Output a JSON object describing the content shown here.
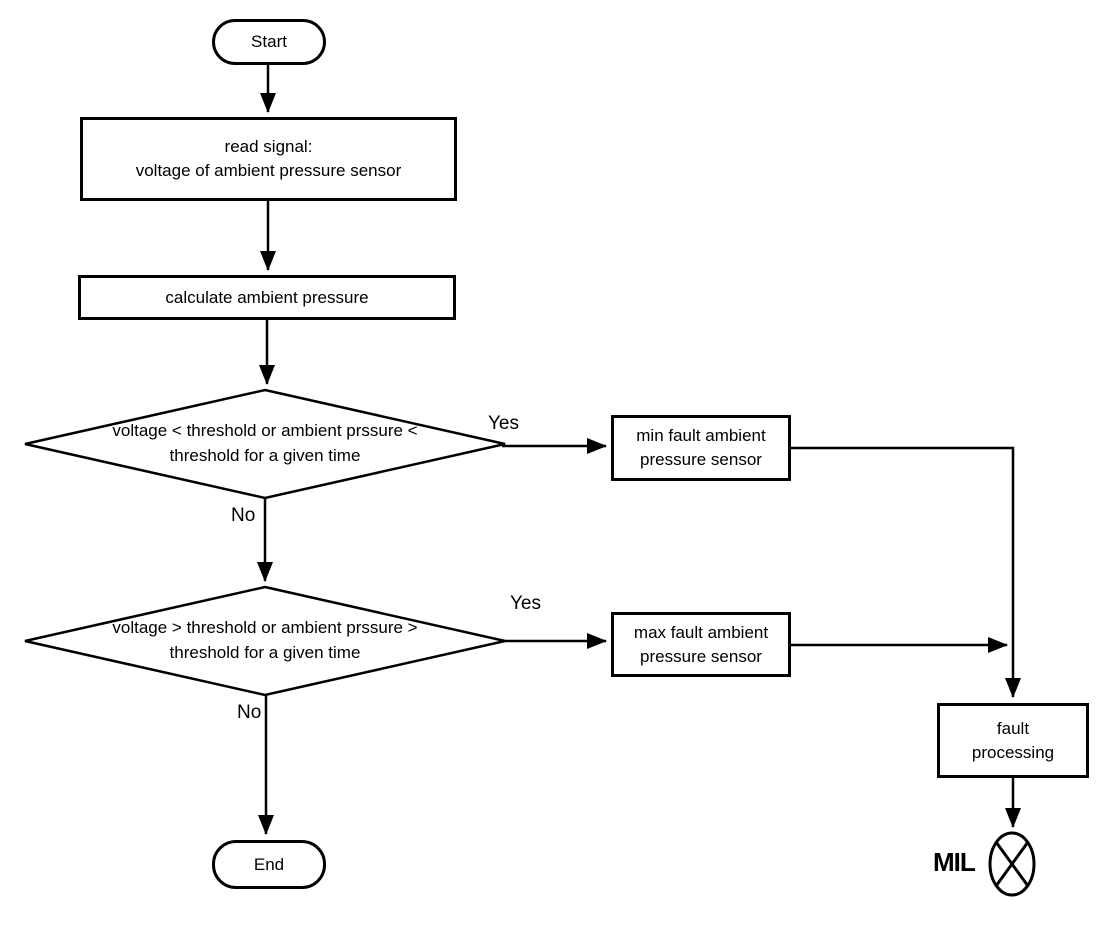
{
  "colors": {
    "background": "#ffffff",
    "line": "#000000",
    "text": "#000000"
  },
  "nodes": {
    "start": {
      "label": "Start"
    },
    "read_signal": {
      "line1": "read signal:",
      "line2": "voltage of ambient pressure sensor"
    },
    "calculate": {
      "label": "calculate ambient pressure"
    },
    "decision_min": {
      "line1": "voltage < threshold or ambient prssure <",
      "line2": "threshold for a given time"
    },
    "min_fault": {
      "line1": "min fault ambient",
      "line2": "pressure sensor"
    },
    "decision_max": {
      "line1": "voltage > threshold or ambient prssure >",
      "line2": "threshold for a given time"
    },
    "max_fault": {
      "line1": "max fault ambient",
      "line2": "pressure sensor"
    },
    "fault_processing": {
      "line1": "fault",
      "line2": "processing"
    },
    "end": {
      "label": "End"
    }
  },
  "edge_labels": {
    "decision_min_yes": "Yes",
    "decision_min_no": "No",
    "decision_max_yes": "Yes",
    "decision_max_no": "No"
  },
  "lamp": {
    "label": "MIL",
    "icon": "lamp-circle-x-icon"
  }
}
